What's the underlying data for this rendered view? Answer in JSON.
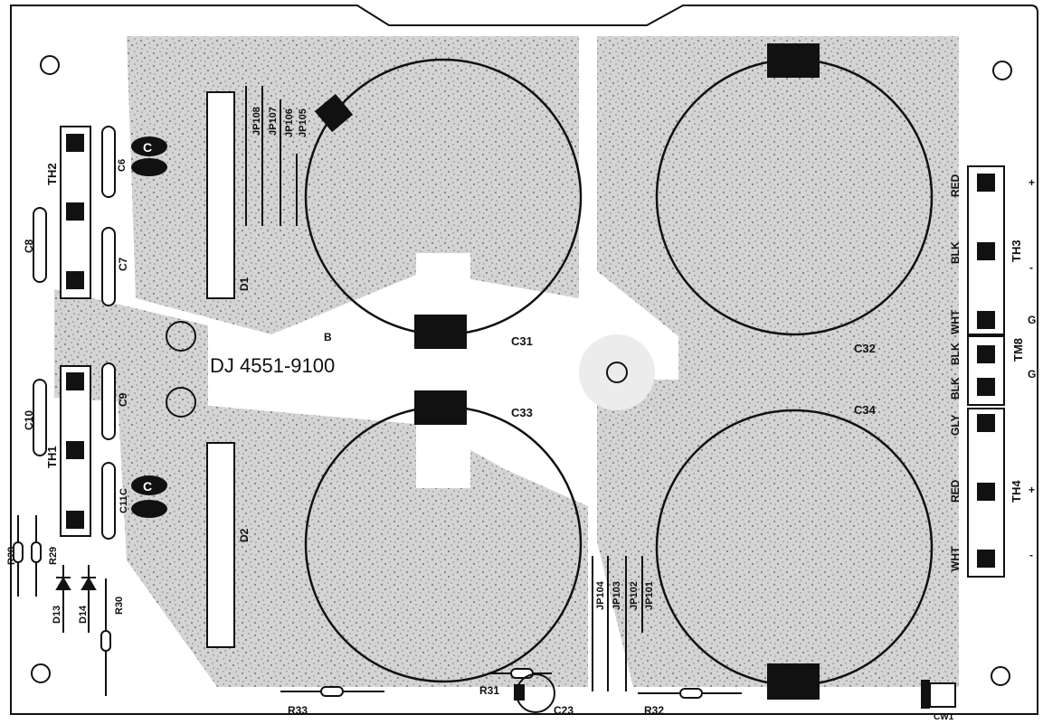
{
  "board": {
    "part_number": "DJ 4551-9100",
    "capacitors_large": [
      {
        "ref": "C31"
      },
      {
        "ref": "C32"
      },
      {
        "ref": "C33"
      },
      {
        "ref": "C34"
      }
    ],
    "terminal_strips": [
      {
        "ref": "TH2"
      },
      {
        "ref": "TH1"
      },
      {
        "ref": "TH3"
      },
      {
        "ref": "TH4"
      },
      {
        "ref": "TM8"
      }
    ],
    "wire_labels": [
      "RED",
      "BLK",
      "WHT",
      "BLK",
      "BLK",
      "GLY",
      "RED",
      "WHT"
    ],
    "polarity_marks": [
      "+",
      "-",
      "G",
      "G",
      "+",
      "-"
    ],
    "diodes": [
      "D1",
      "D2",
      "D13",
      "D14"
    ],
    "small_capacitors": [
      "C6",
      "C7",
      "C8",
      "C9",
      "C10",
      "C11",
      "C23"
    ],
    "resistors": [
      "R28",
      "R29",
      "R30",
      "R31",
      "R32",
      "R33"
    ],
    "jumpers_top": [
      "JP108",
      "JP107",
      "JP106",
      "JP105"
    ],
    "jumpers_bottom": [
      "JP104",
      "JP103",
      "JP102",
      "JP101"
    ],
    "other": {
      "cw1": "CW1",
      "ref_b": "B",
      "c_top": "C",
      "c_bot": "C",
      "c_bot2": "C"
    }
  }
}
